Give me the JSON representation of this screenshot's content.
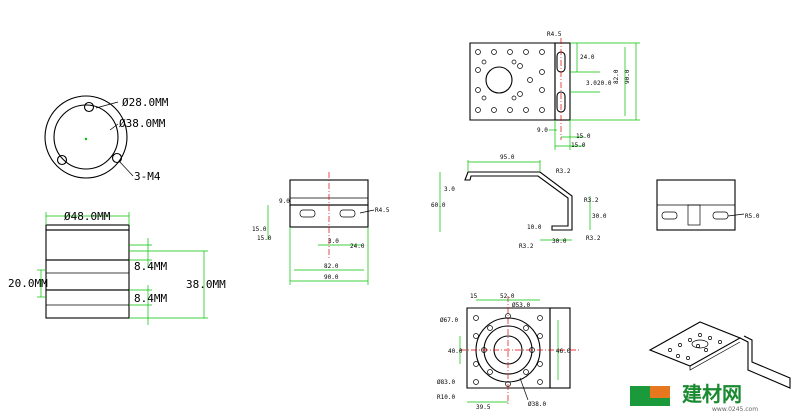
{
  "horn_view": {
    "dia_inner": "Ø28.0MM",
    "dia_outer": "Ø38.0MM",
    "holes": "3-M4"
  },
  "horn_side": {
    "dia_48": "Ø48.0MM",
    "h_20": "20.0MM",
    "h_84a": "8.4MM",
    "h_84b": "8.4MM",
    "h_38": "38.0MM"
  },
  "front_view": {
    "w90": "90.0",
    "w82": "82.0",
    "d3": "3.0",
    "d24": "24.0",
    "d9": "9.0",
    "d15a": "15.0",
    "d15b": "15.0",
    "r45": "R4.5"
  },
  "top_view": {
    "h90": "90.0",
    "h82": "82.0",
    "h24": "24.0",
    "h3": "3.0",
    "h20": "20.0",
    "r45": "R4.5",
    "w9": "9.0",
    "w15a": "15.0",
    "w15b": "15.0"
  },
  "side_profile": {
    "w95": "95.0",
    "h60": "60.0",
    "t3": "3.0",
    "h30": "30.0",
    "r32a": "R3.2",
    "r32b": "R3.2",
    "r32c": "R3.2",
    "r32d": "R3.2",
    "d10": "10.0",
    "w30": "30.0"
  },
  "end_view": {
    "r50": "R5.0"
  },
  "base_plate": {
    "w52": "52.0",
    "w15": "15",
    "dia53": "Ø53.0",
    "dia67": "Ø67.0",
    "h40": "40.0",
    "h46": "46.0",
    "dia83": "Ø83.0",
    "r10": "R10.0",
    "w395": "39.5",
    "dia38": "Ø38.0"
  },
  "watermark": {
    "text": "建材网",
    "url": "www.0245.com"
  }
}
